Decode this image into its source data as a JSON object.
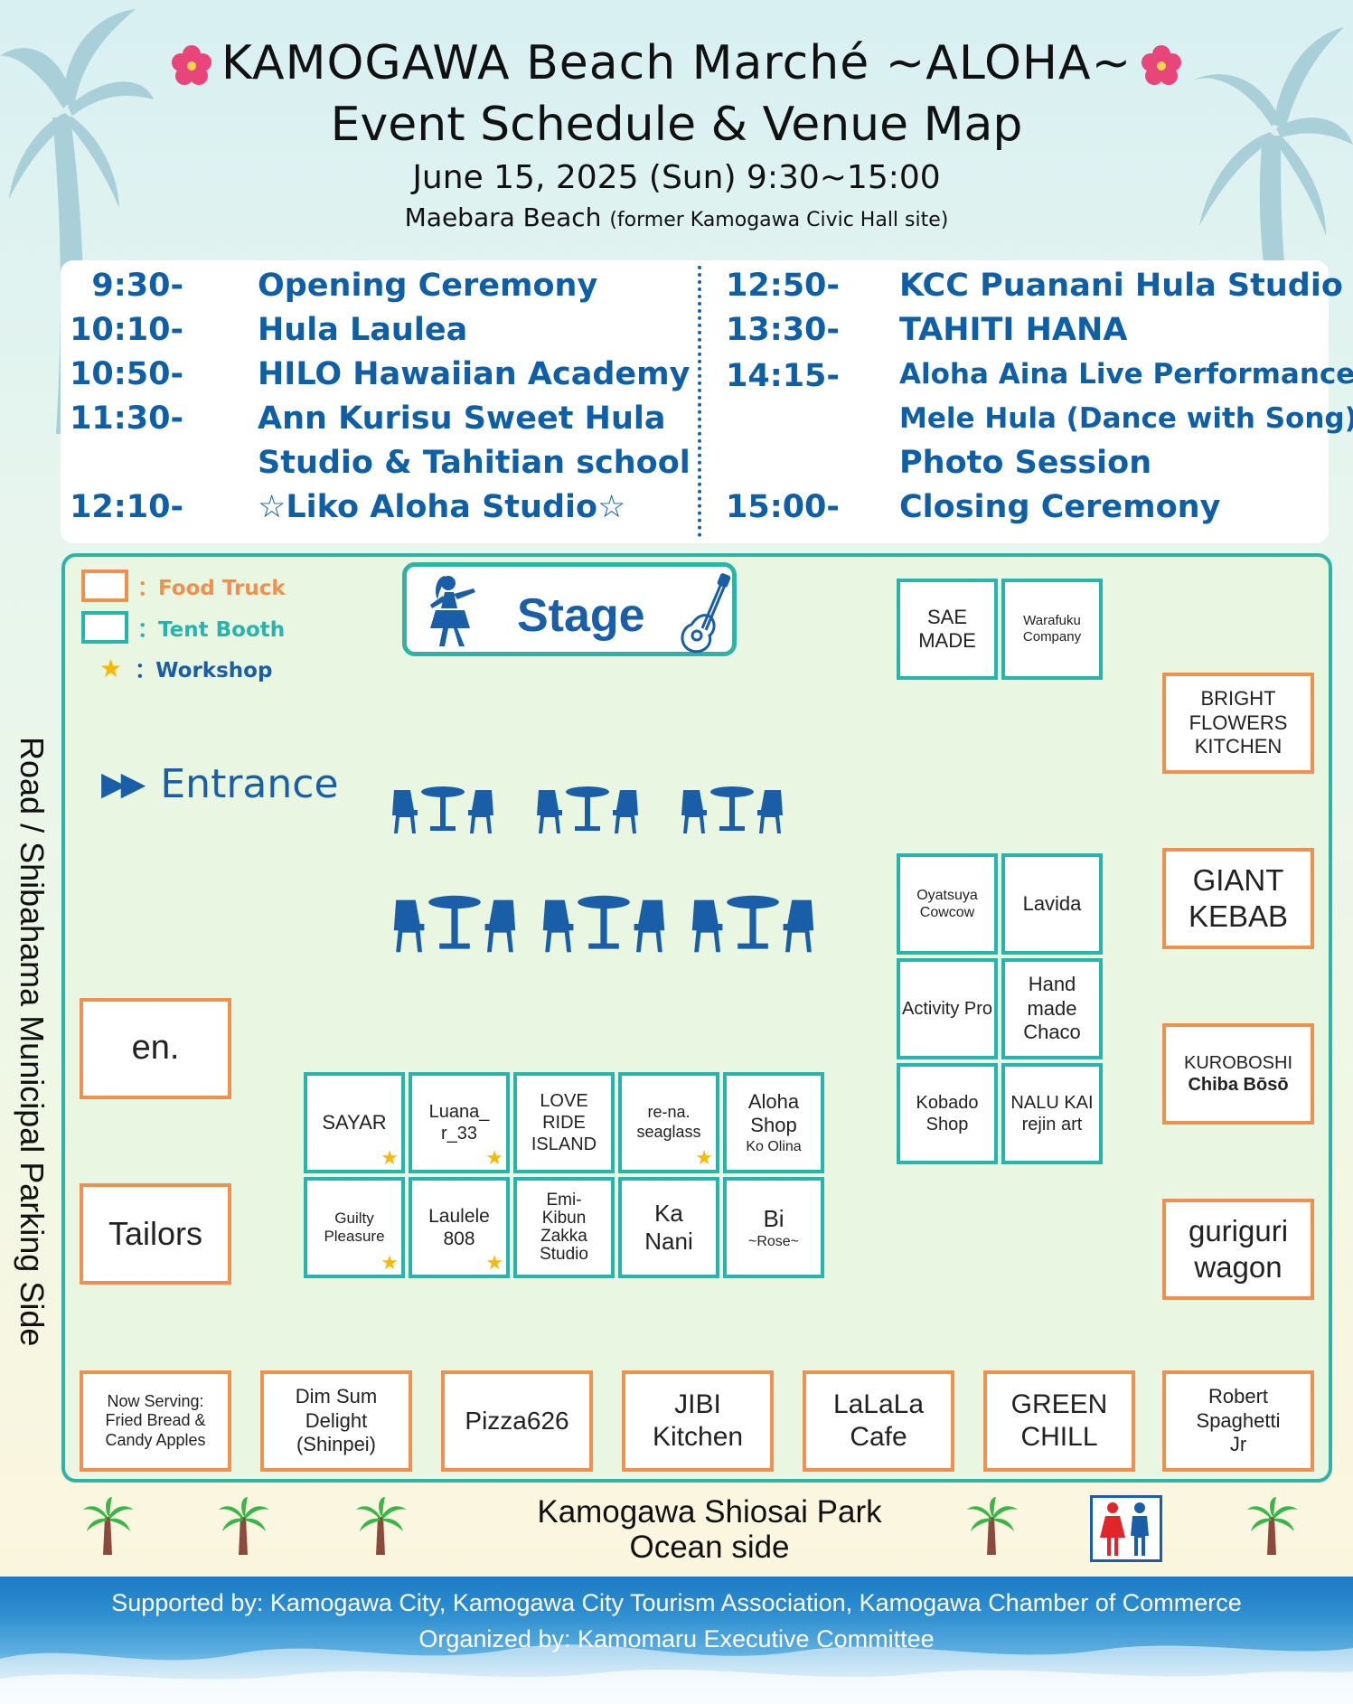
{
  "header": {
    "title_line1": "KAMOGAWA Beach Marché ~ALOHA~",
    "title_line2": "Event Schedule & Venue Map",
    "date": "June 15, 2025 (Sun) 9:30~15:00",
    "place": "Maebara Beach",
    "place_note": "(former Kamogawa Civic Hall site)"
  },
  "schedule": {
    "left": [
      {
        "time": "9:30-",
        "program": "Opening Ceremony"
      },
      {
        "time": "10:10-",
        "program": "Hula Laulea"
      },
      {
        "time": "10:50-",
        "program": "HILO Hawaiian Academy"
      },
      {
        "time": "11:30-",
        "program": "Ann Kurisu Sweet Hula"
      },
      {
        "time": "",
        "program": "Studio & Tahitian school"
      },
      {
        "time": "12:10-",
        "program": "☆Liko Aloha Studio☆"
      }
    ],
    "right": [
      {
        "time": "12:50-",
        "program": "KCC Puanani Hula Studio"
      },
      {
        "time": "13:30-",
        "program": "TAHITI HANA"
      },
      {
        "time": "14:15-",
        "program": "Aloha Aina Live Performance"
      },
      {
        "time": "",
        "program": "Mele Hula (Dance with Song)"
      },
      {
        "time": "",
        "program": "Photo Session"
      },
      {
        "time": "15:00-",
        "program": "Closing Ceremony"
      }
    ]
  },
  "legend": {
    "food_truck": "：Food Truck",
    "tent_booth": "：Tent Booth",
    "workshop": "：Workshop",
    "colors": {
      "food": "#f0904e",
      "tent": "#27b4ad",
      "workshop": "#1a5ea8",
      "star": "#f5b90b"
    }
  },
  "stage": "Stage",
  "entrance": "Entrance",
  "road_side": "Road / Shibahama Municipal Parking Side",
  "park_side": {
    "line1": "Kamogawa Shiosai Park",
    "line2": "Ocean side"
  },
  "booths": {
    "sae": "SAE MADE",
    "warafuku": "Warafuku Company",
    "bright": "BRIGHT FLOWERS KITCHEN",
    "giant": "GIANT KEBAB",
    "oyatsuya": "Oyatsuya Cowcow",
    "lavida": "Lavida",
    "activity": "Activity Pro",
    "handmade": "Hand made Chaco",
    "kobado": "Kobado Shop",
    "nalu": "NALU KAI rejin art",
    "kuroboshi_1": "KUROBOSHI",
    "kuroboshi_2": "Chiba Bōsō",
    "guriguri": "guriguri wagon",
    "en": "en.",
    "tailors": "Tailors",
    "sayar": "SAYAR",
    "luana": "Luana_ r_33",
    "loveride": "LOVE RIDE ISLAND",
    "rena": "re-na. seaglass",
    "aloha_shop": "Aloha Shop",
    "aloha_shop_sub": "Ko Olina",
    "guilty": "Guilty Pleasure",
    "laulele": "Laulele 808",
    "emi": "Emi- Kibun Zakka Studio",
    "kanani": "Ka Nani",
    "bi": "Bi",
    "bi_sub": "~Rose~",
    "now_serving": "Now Serving: Fried Bread & Candy Apples",
    "dimsum": "Dim Sum Delight (Shinpei)",
    "pizza": "Pizza626",
    "jibi": "JIBI Kitchen",
    "lalala": "LaLaLa Cafe",
    "green": "GREEN CHILL",
    "robert": "Robert Spaghetti Jr"
  },
  "footer": {
    "supported": "Supported by: Kamogawa City, Kamogawa City Tourism Association, Kamogawa Chamber of Commerce",
    "organized": "Organized by: Kamomaru Executive Committee"
  },
  "icons": [
    "hibiscus-icon",
    "palm-tree-icon",
    "hula-dancer-icon",
    "ukulele-icon",
    "table-chairs-icon",
    "restroom-icon",
    "star-icon"
  ]
}
